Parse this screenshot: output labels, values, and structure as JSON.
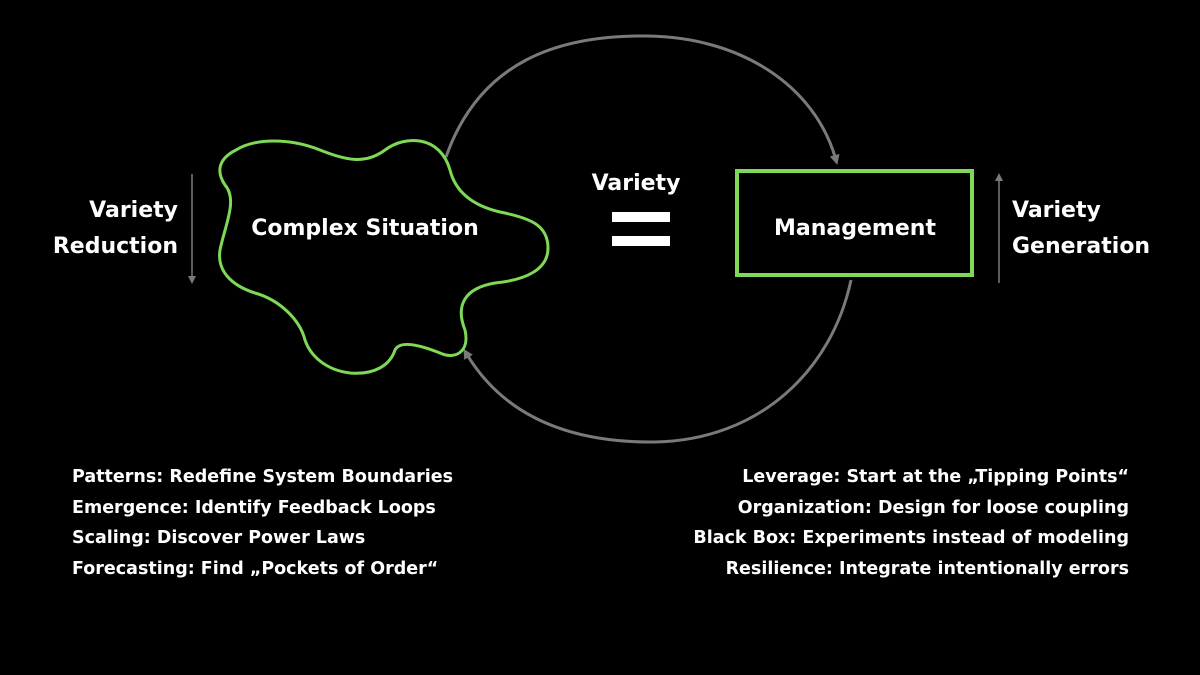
{
  "colors": {
    "background": "#000000",
    "accent": "#7ed957",
    "loop": "#7a7a7a",
    "text": "#ffffff"
  },
  "center": {
    "variety_label": "Variety",
    "equals_symbol": "="
  },
  "left_side": {
    "direction_label_line1": "Variety",
    "direction_label_line2": "Reduction",
    "shape_label": "Complex Situation"
  },
  "right_side": {
    "direction_label_line1": "Variety",
    "direction_label_line2": "Generation",
    "box_label": "Management"
  },
  "left_list": [
    "Patterns: Redefine System Boundaries",
    "Emergence: Identify Feedback Loops",
    "Scaling: Discover Power Laws",
    "Forecasting: Find „Pockets of Order“"
  ],
  "right_list": [
    "Leverage: Start at the „Tipping Points“",
    "Organization: Design for loose coupling",
    "Black Box: Experiments instead of modeling",
    "Resilience: Integrate intentionally errors"
  ]
}
